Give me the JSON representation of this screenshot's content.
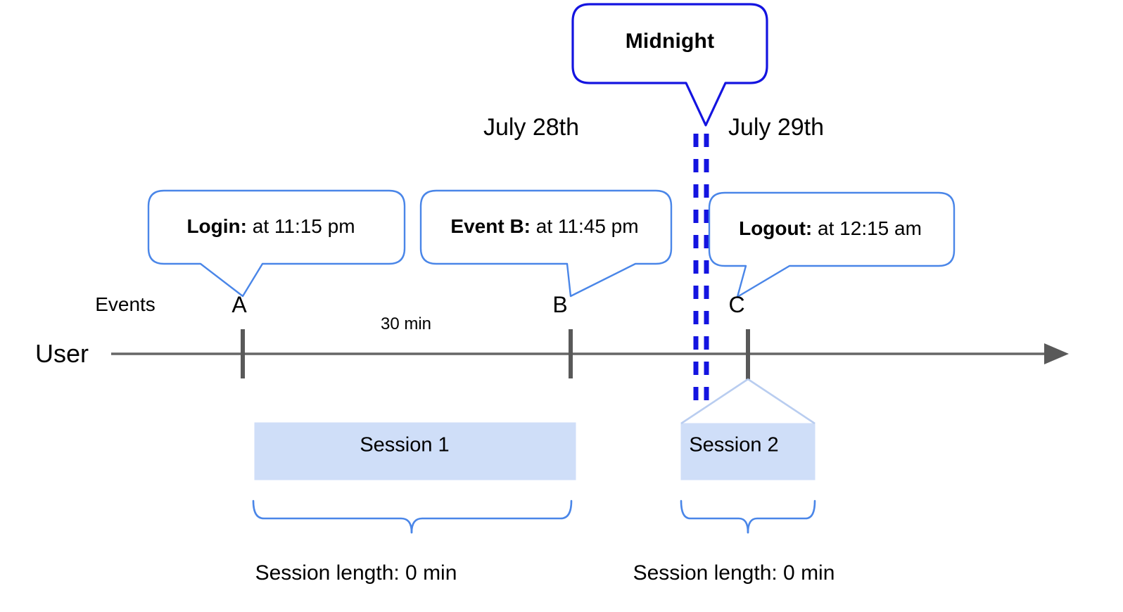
{
  "diagram": {
    "title_callout": {
      "label": "Midnight"
    },
    "dates": [
      {
        "label": "July 28th"
      },
      {
        "label": "July 29th"
      }
    ],
    "row_labels": {
      "events": "Events",
      "user": "User"
    },
    "event_callouts": [
      {
        "bold": "Login:",
        "rest": " at 11:15 pm"
      },
      {
        "bold": "Event B:",
        "rest": " at 11:45 pm"
      },
      {
        "bold": "Logout:",
        "rest": " at 12:15 am"
      }
    ],
    "event_markers": [
      {
        "letter": "A"
      },
      {
        "letter": "B"
      },
      {
        "letter": "C"
      }
    ],
    "gap_label": "30 min",
    "sessions": [
      {
        "label": "Session 1",
        "length_label": "Session length: 0 min"
      },
      {
        "label": "Session 2",
        "length_label": "Session length: 0 min"
      }
    ],
    "colors": {
      "midnight_stroke": "#1414e0",
      "callout_stroke": "#4a86e8",
      "session_fill": "#cfdef8",
      "session_edge": "#b9cdf0",
      "axis": "#666666",
      "tick": "#595959",
      "brace": "#4a86e8",
      "text": "#000000"
    }
  }
}
